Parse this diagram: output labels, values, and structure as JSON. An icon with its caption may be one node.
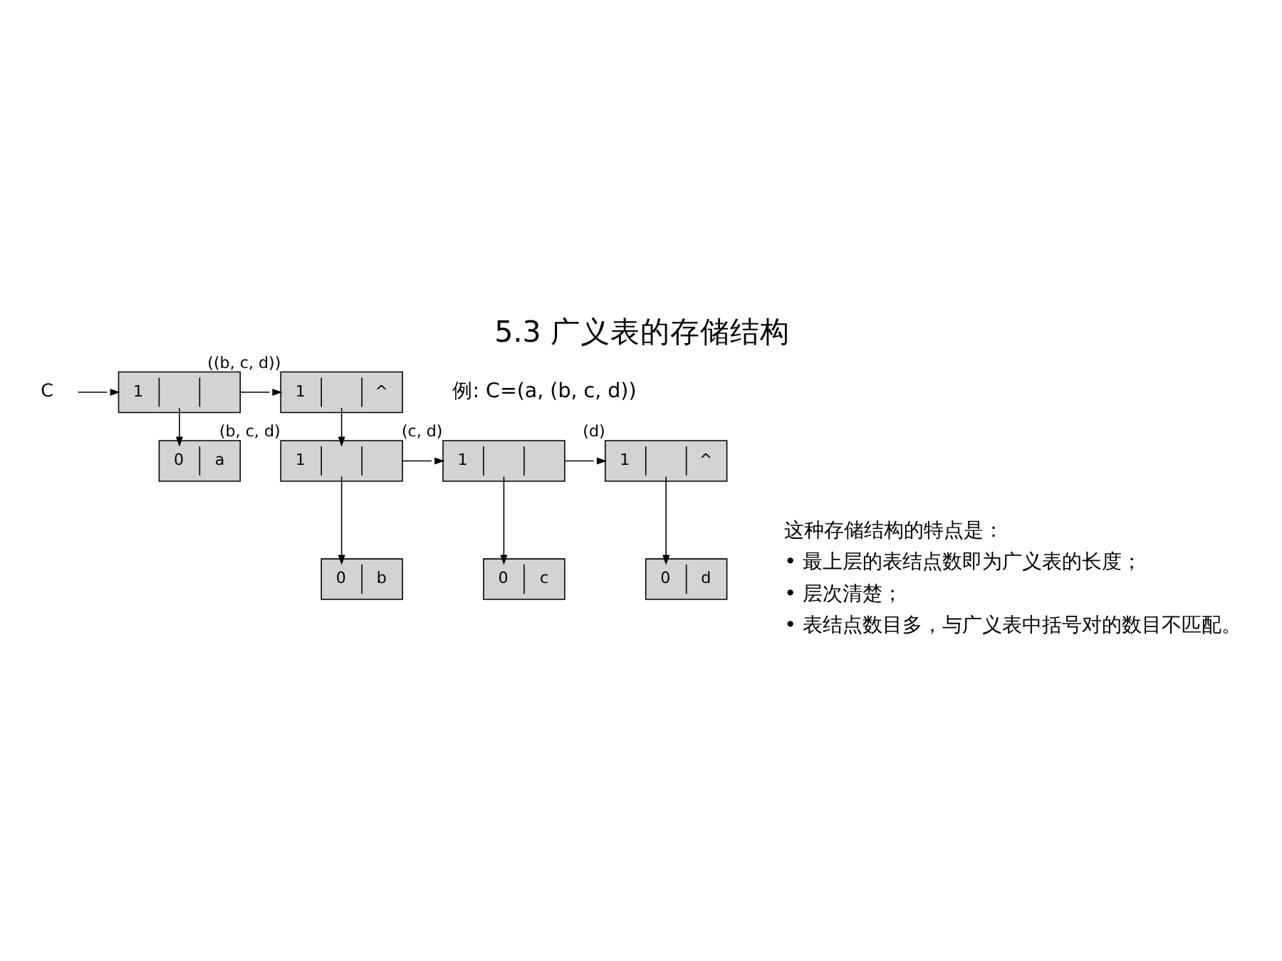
{
  "diagram": {
    "title": "5.3 广义表的存储结构",
    "nodes": [
      {
        "text": [
          "C"
        ]
      },
      {
        "text": [
          "1"
        ]
      },
      {
        "text": [
          "1",
          "^"
        ],
        "beside": [
          "((b, c, d))"
        ]
      },
      {
        "text": [
          "0",
          "a"
        ]
      },
      {
        "text": [
          "1"
        ],
        "beside": [
          "(b, c, d)"
        ]
      },
      {
        "text": [
          "1"
        ],
        "beside": [
          "(c, d)"
        ]
      },
      {
        "text": [
          "1",
          "^"
        ],
        "beside": [
          "(d)"
        ]
      },
      {
        "text": [
          "0",
          "b"
        ]
      },
      {
        "text": [
          "0",
          "c"
        ]
      },
      {
        "text": [
          "0",
          "d"
        ]
      }
    ],
    "edges": [
      {
        "from": 0,
        "to": 1,
        "arrow": "to"
      },
      {
        "from": 1,
        "to": 2,
        "arrow": "to"
      },
      {
        "from": 1,
        "to": 3,
        "arrow": "to"
      },
      {
        "from": 2,
        "to": 4,
        "arrow": "to"
      },
      {
        "from": 4,
        "to": 5,
        "arrow": "to"
      },
      {
        "from": 5,
        "to": 6,
        "arrow": "to"
      },
      {
        "from": 4,
        "to": 7,
        "arrow": "to"
      },
      {
        "from": 5,
        "to": 8,
        "arrow": "to"
      },
      {
        "from": 6,
        "to": 9,
        "arrow": "to"
      }
    ],
    "labels": [
      "例: C=(a, (b, c, d))",
      "这种存储结构的特点是：",
      "• 最上层的表结点数即为广义表的长度；",
      "• 层次清楚；",
      "• 表结点数目多，与广义表中括号对的数目不匹配。"
    ]
  }
}
